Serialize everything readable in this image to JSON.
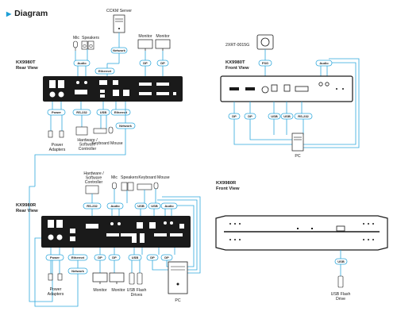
{
  "page": {
    "title": "Diagram"
  },
  "colors": {
    "cable": "#2fa8dc",
    "device": "#1a1a1a",
    "accent": "#1d9fd6"
  },
  "rear_top": {
    "model": "KX9980T",
    "view": "Rear View",
    "server": "CCKM Server",
    "mic": "Mic",
    "speakers": "Speakers",
    "monitor1": "Monitor",
    "monitor2": "Monitor",
    "power_adapters": "Power\nAdapters",
    "hw_controller": "Hardware /\nSoftware\nController",
    "keyboard_mouse": "Keyboard Mouse",
    "pills": {
      "network_top": "Network",
      "audio": "Audio",
      "ethernet": "Ethernet",
      "dp1": "DP",
      "dp2": "DP",
      "power": "Power",
      "rs232": "RS-232",
      "usb": "USB",
      "ethernet2": "Ethernet",
      "network": "Network"
    }
  },
  "front_top": {
    "model": "KX9980T",
    "view": "Front View",
    "device": "2XRT-0015G",
    "pc": "PC",
    "pills": {
      "fsg": "FSG",
      "audio": "Audio",
      "dp1": "DP",
      "dp2": "DP",
      "usb1": "USB",
      "usb2": "USB",
      "rs232": "RS-232"
    }
  },
  "rear_bottom": {
    "model": "KX9980R",
    "view": "Rear View",
    "hw_controller": "Hardware /\nSoftware\nController",
    "mic": "Mic",
    "speakers": "Speakers",
    "keyboard_mouse": "Keyboard Mouse",
    "power_adapters": "Power\nAdapters",
    "monitor1": "Monitor",
    "monitor2": "Monitor",
    "usb_flash": "USB Flash\nDrives",
    "pc": "PC",
    "pills": {
      "rs232": "RS-232",
      "audio": "Audio",
      "usb1": "USB",
      "usb2": "USB",
      "audio2": "Audio",
      "power": "Power",
      "ethernet": "Ethernet",
      "network": "Network",
      "dp1": "DP",
      "dp2": "DP",
      "usb3": "USB",
      "dp3": "DP",
      "dp4": "DP"
    }
  },
  "front_bottom": {
    "model": "KX9980R",
    "view": "Front View",
    "usb_flash": "USB Flash\nDrive",
    "pills": {
      "usb": "USB"
    }
  }
}
